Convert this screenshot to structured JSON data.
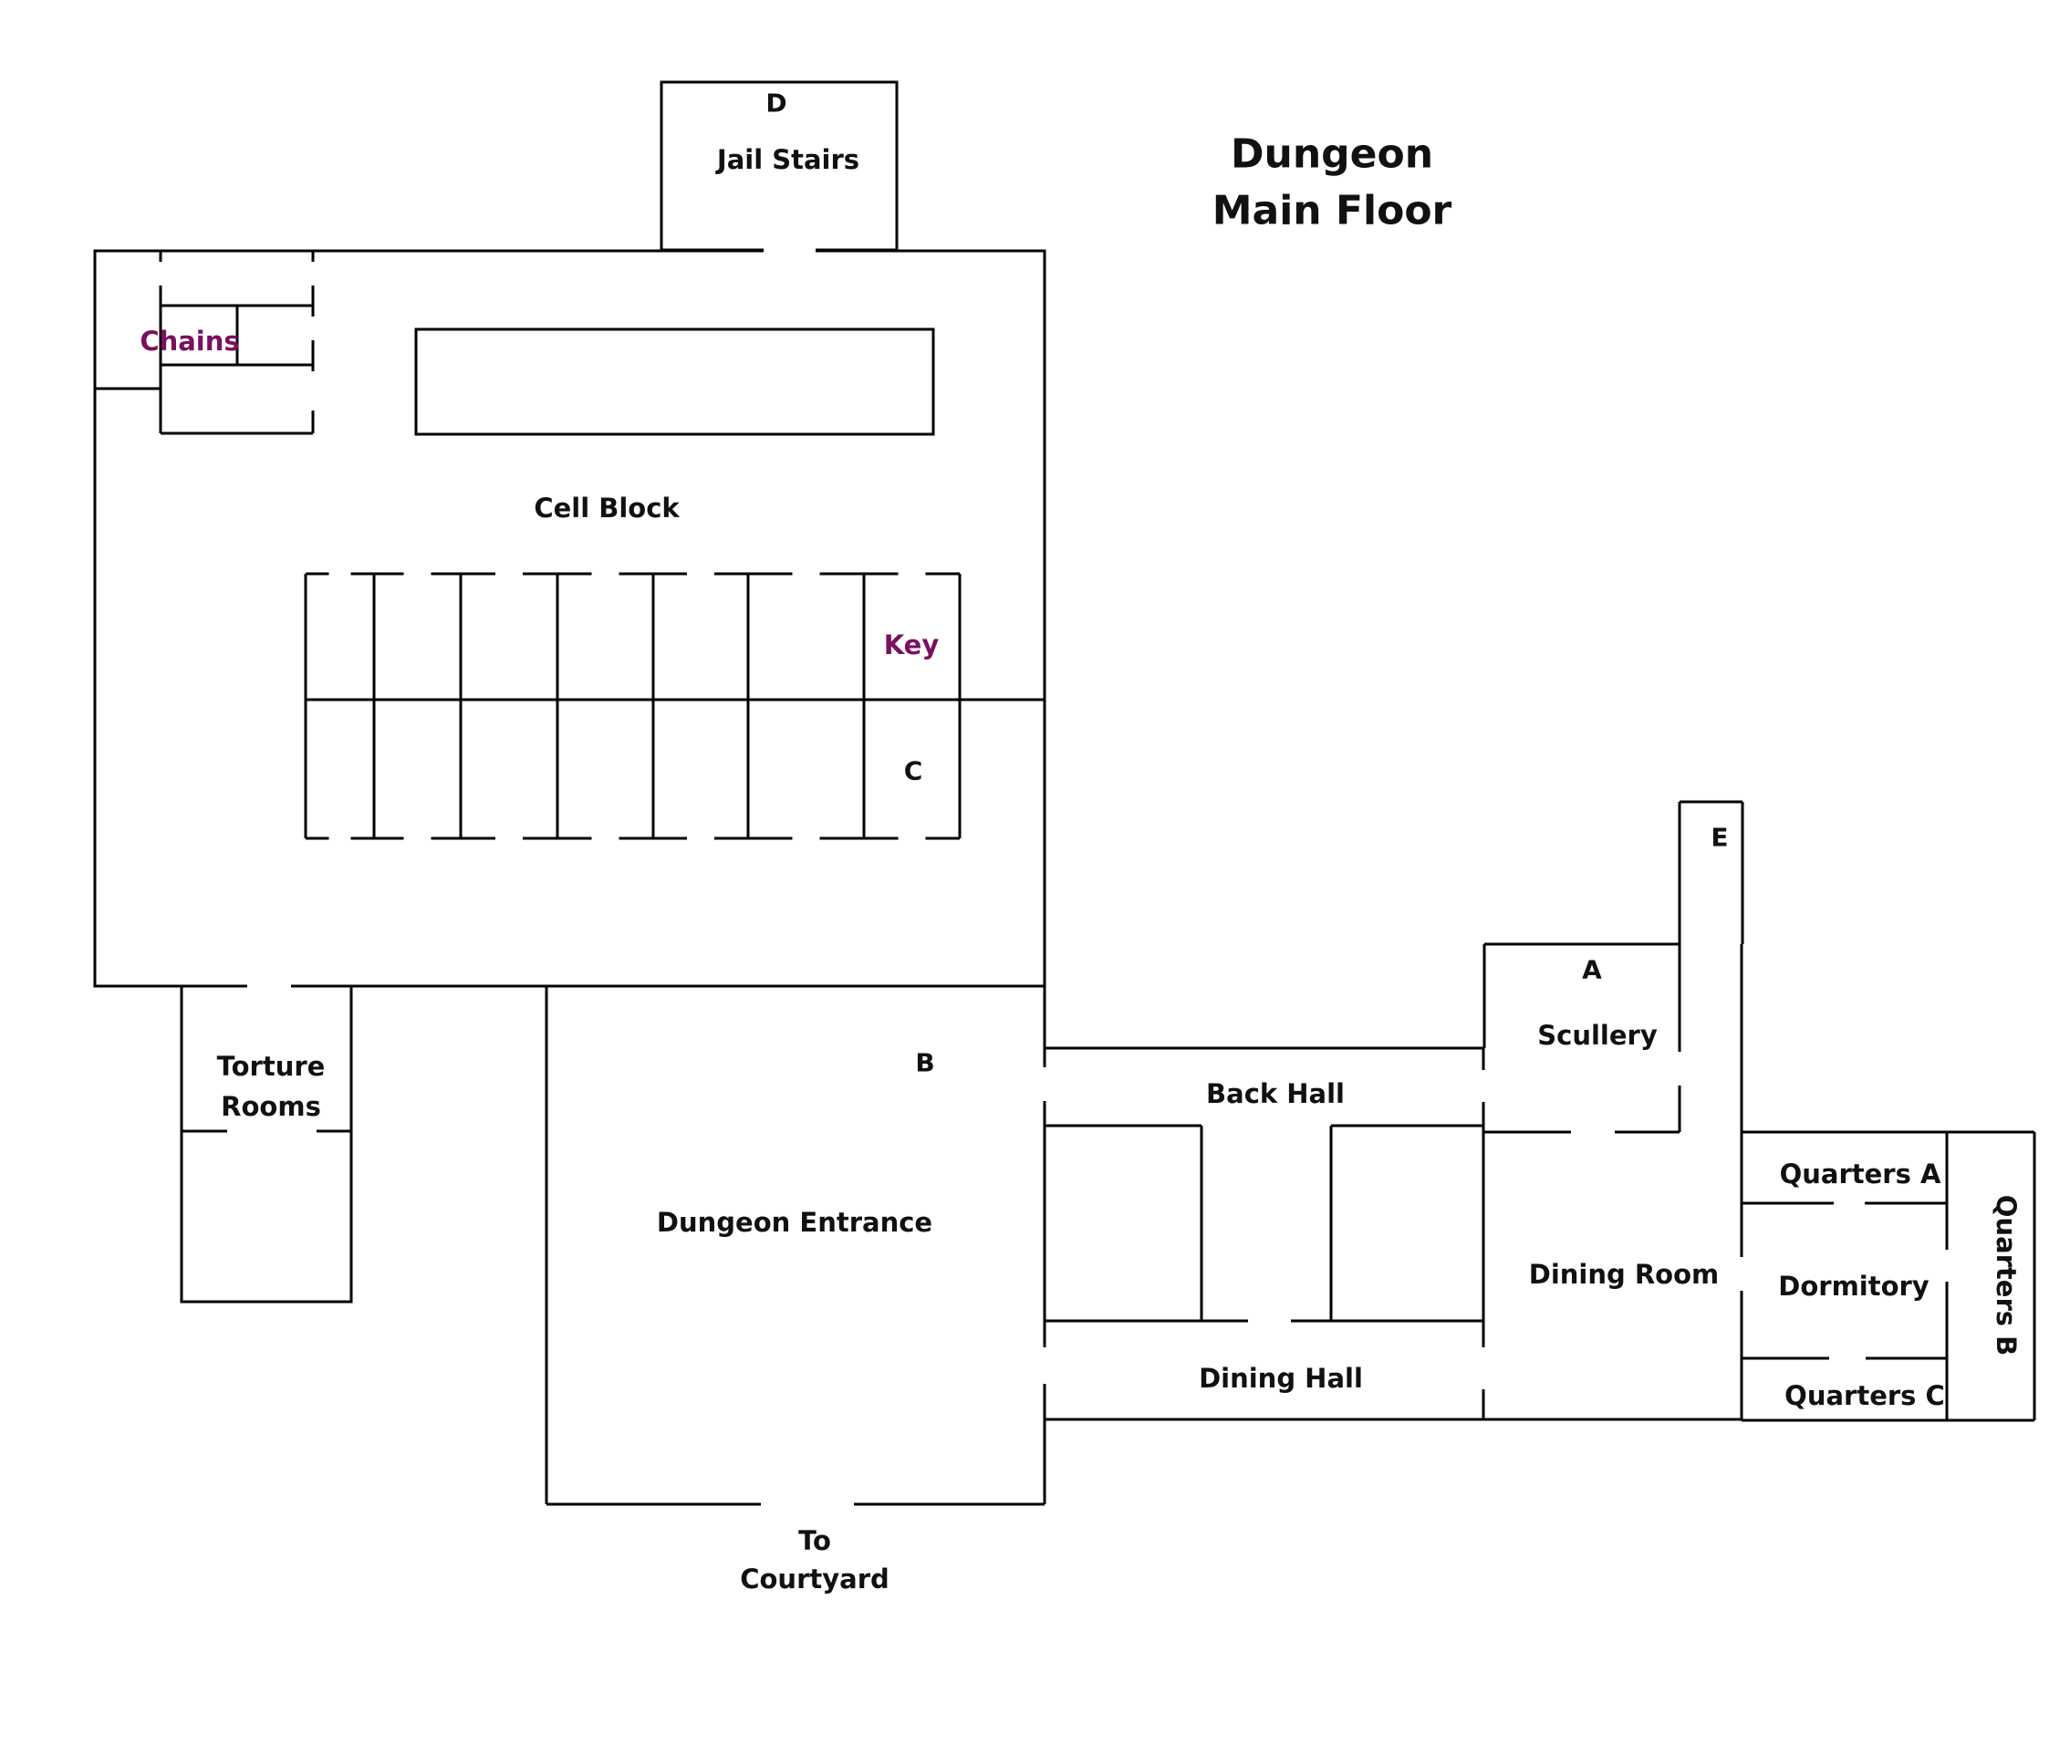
{
  "map": {
    "title_line1": "Dungeon",
    "title_line2": "Main Floor",
    "item_color": "#7a1060",
    "wall_color": "#000000",
    "background": "#ffffff"
  },
  "rooms": {
    "jail_stairs": {
      "name": "Jail Stairs",
      "marker": "D"
    },
    "cell_block": {
      "name": "Cell Block",
      "marker": "C"
    },
    "torture_rooms": {
      "name_line1": "Torture",
      "name_line2": "Rooms"
    },
    "dungeon_entrance": {
      "name": "Dungeon Entrance",
      "marker": "B"
    },
    "exit": {
      "line1": "To",
      "line2": "Courtyard"
    },
    "back_hall": {
      "name": "Back Hall"
    },
    "dining_hall": {
      "name": "Dining Hall"
    },
    "scullery": {
      "name": "Scullery",
      "marker": "A"
    },
    "stair_e": {
      "marker": "E"
    },
    "dining_room": {
      "name": "Dining Room"
    },
    "quarters_a": {
      "name": "Quarters A"
    },
    "dormitory": {
      "name": "Dormitory"
    },
    "quarters_c": {
      "name": "Quarters C"
    },
    "quarters_b": {
      "name": "Quarters B"
    }
  },
  "items": {
    "chains": "Chains",
    "key": "Key"
  }
}
